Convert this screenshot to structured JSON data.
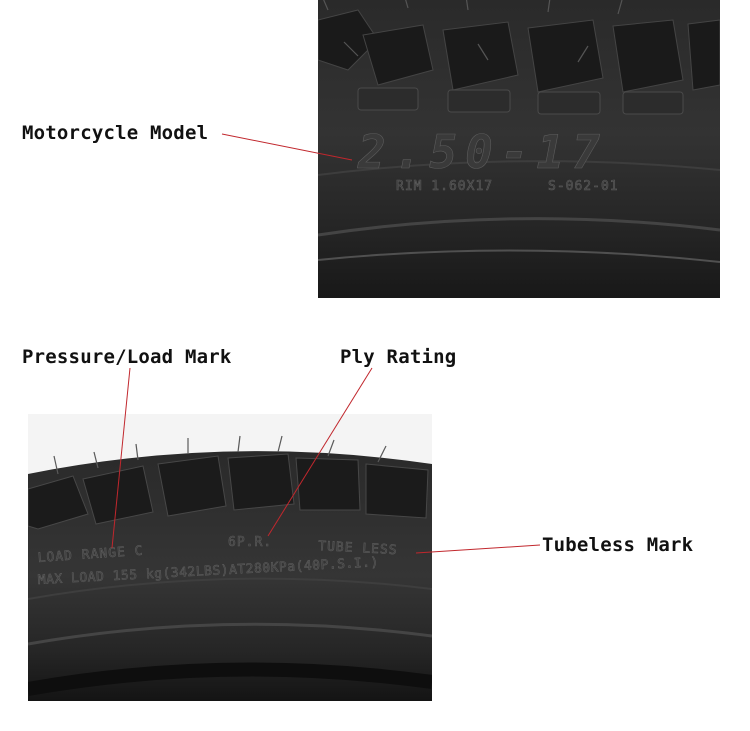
{
  "labels": {
    "motorcycle_model": "Motorcycle Model",
    "pressure_load_mark": "Pressure/Load Mark",
    "ply_rating": "Ply Rating",
    "tubeless_mark": "Tubeless Mark"
  },
  "tire_top": {
    "size": "2.50-17",
    "rim": "RIM 1.60X17",
    "code": "S-062-01"
  },
  "tire_bottom": {
    "load_range": "LOAD RANGE C",
    "ply": "6P.R.",
    "tube": "TUBE LESS",
    "max_load": "MAX LOAD 155 kg(342LBS)AT280KPa(40P.S.I.)"
  },
  "colors": {
    "leader_line": "#c1272d",
    "rubber_dark": "#1f1f1f",
    "rubber_mid": "#3a3a3a"
  }
}
